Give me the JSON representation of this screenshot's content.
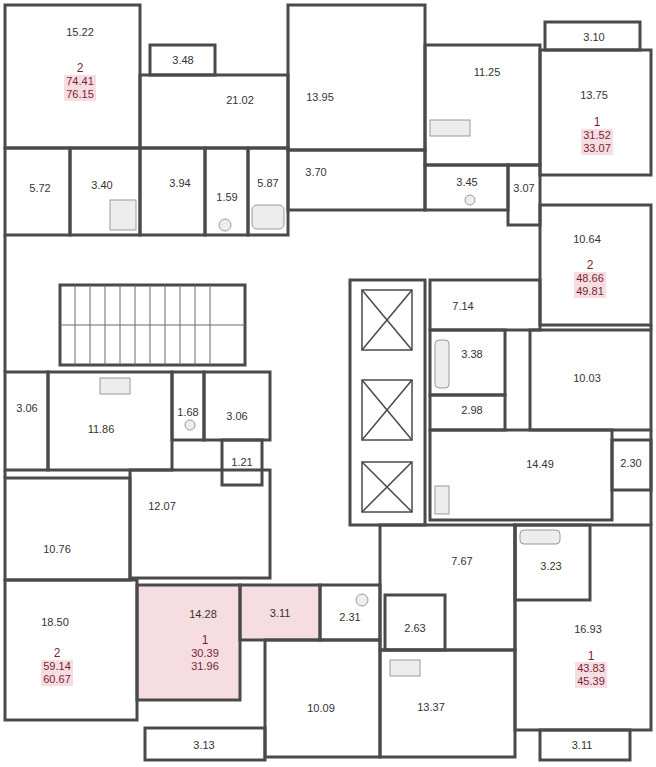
{
  "diagram": {
    "nodes": [
      {
        "text": [
          "15.22",
          "2",
          "74.41",
          "76.15"
        ]
      },
      {
        "text": [
          "3.48"
        ]
      },
      {
        "text": [
          "21.02"
        ]
      },
      {
        "text": [
          "13.95"
        ]
      },
      {
        "text": [
          "11.25"
        ]
      },
      {
        "text": [
          "3.10"
        ]
      },
      {
        "text": [
          "13.75",
          "1",
          "31.52",
          "33.07"
        ]
      },
      {
        "text": [
          "5.72"
        ]
      },
      {
        "text": [
          "3.40"
        ]
      },
      {
        "text": [
          "3.94"
        ]
      },
      {
        "text": [
          "1.59"
        ]
      },
      {
        "text": [
          "5.87"
        ]
      },
      {
        "text": [
          "3.70"
        ]
      },
      {
        "text": [
          "3.45"
        ]
      },
      {
        "text": [
          "3.07"
        ]
      },
      {
        "text": [
          "10.64",
          "2",
          "48.66",
          "49.81"
        ]
      },
      {
        "text": [
          "7.14"
        ]
      },
      {
        "text": [
          "3.38"
        ]
      },
      {
        "text": [
          "10.03"
        ]
      },
      {
        "text": [
          "3.06"
        ]
      },
      {
        "text": [
          "11.86"
        ]
      },
      {
        "text": [
          "1.68"
        ]
      },
      {
        "text": [
          "3.06"
        ]
      },
      {
        "text": [
          "2.98"
        ]
      },
      {
        "text": [
          "1.21"
        ]
      },
      {
        "text": [
          "14.49"
        ]
      },
      {
        "text": [
          "2.30"
        ]
      },
      {
        "text": [
          "12.07"
        ]
      },
      {
        "text": [
          "10.76"
        ]
      },
      {
        "text": [
          "7.67"
        ]
      },
      {
        "text": [
          "3.23"
        ]
      },
      {
        "text": [
          "14.28",
          "1",
          "30.39",
          "31.96"
        ]
      },
      {
        "text": [
          "3.11"
        ]
      },
      {
        "text": [
          "2.31"
        ]
      },
      {
        "text": [
          "2.63"
        ]
      },
      {
        "text": [
          "18.50",
          "2",
          "59.14",
          "60.67"
        ]
      },
      {
        "text": [
          "16.93",
          "1",
          "43.83",
          "45.39"
        ]
      },
      {
        "text": [
          "10.09"
        ]
      },
      {
        "text": [
          "13.37"
        ]
      },
      {
        "text": [
          "3.13"
        ]
      },
      {
        "text": [
          "3.11"
        ]
      }
    ]
  }
}
